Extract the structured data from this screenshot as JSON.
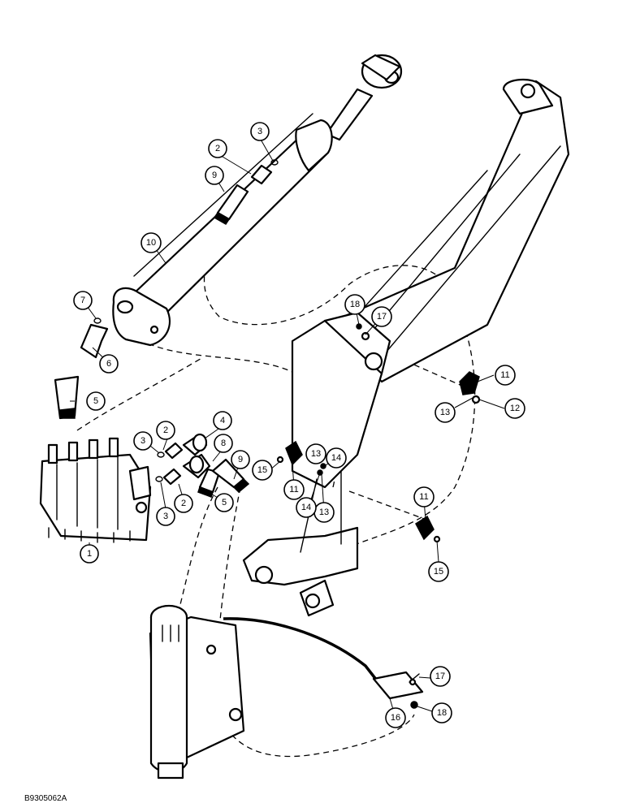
{
  "callouts": [
    {
      "label": "1"
    },
    {
      "label": "2"
    },
    {
      "label": "2"
    },
    {
      "label": "2"
    },
    {
      "label": "3"
    },
    {
      "label": "3"
    },
    {
      "label": "3"
    },
    {
      "label": "4"
    },
    {
      "label": "5"
    },
    {
      "label": "5"
    },
    {
      "label": "6"
    },
    {
      "label": "7"
    },
    {
      "label": "8"
    },
    {
      "label": "9"
    },
    {
      "label": "9"
    },
    {
      "label": "10"
    },
    {
      "label": "11"
    },
    {
      "label": "11"
    },
    {
      "label": "11"
    },
    {
      "label": "12"
    },
    {
      "label": "13"
    },
    {
      "label": "13"
    },
    {
      "label": "13"
    },
    {
      "label": "14"
    },
    {
      "label": "14"
    },
    {
      "label": "15"
    },
    {
      "label": "15"
    },
    {
      "label": "16"
    },
    {
      "label": "17"
    },
    {
      "label": "17"
    },
    {
      "label": "18"
    },
    {
      "label": "18"
    }
  ],
  "figure_code": "B9305062A"
}
